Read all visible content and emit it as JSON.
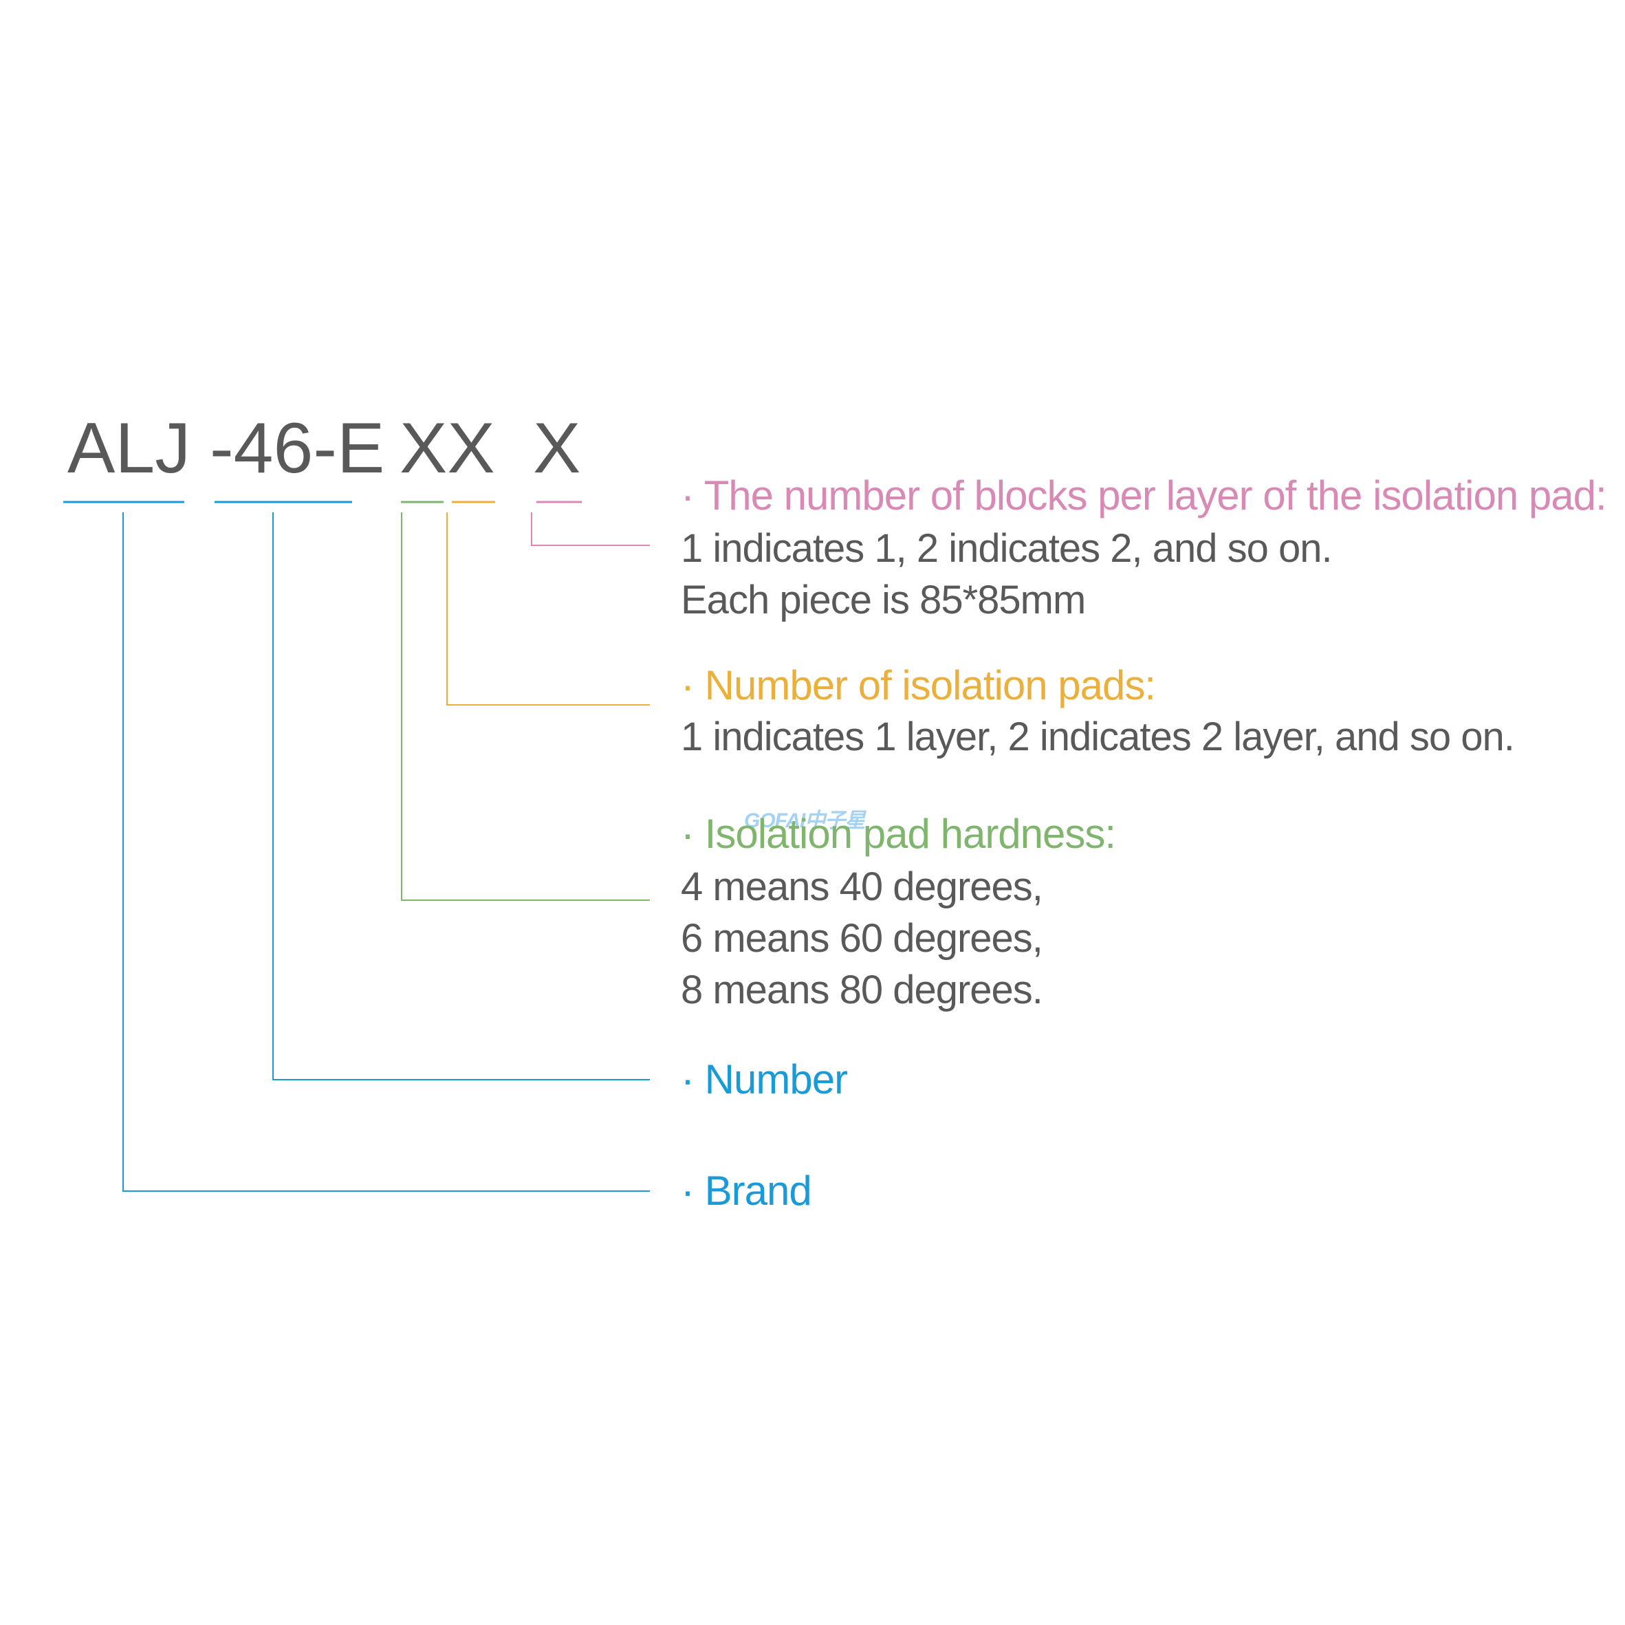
{
  "model_code": {
    "brand": "ALJ",
    "number": "-46-E",
    "xx": "XX",
    "x": "X"
  },
  "segments": {
    "blocks": {
      "heading": "· The number of blocks per layer of the isolation pad:",
      "lines": [
        "1 indicates 1, 2 indicates 2, and so on.",
        "Each piece is 85*85mm"
      ],
      "color": "#d98ab4"
    },
    "pads": {
      "heading": "· Number of isolation pads:",
      "lines": [
        "1 indicates 1 layer, 2 indicates 2 layer, and so on."
      ],
      "color": "#ebaf3c"
    },
    "hardness": {
      "heading": "· Isolation pad hardness:",
      "lines": [
        "4 means 40 degrees,",
        "6 means 60 degrees,",
        "8 means 80 degrees."
      ],
      "color": "#7fb56c"
    },
    "number": {
      "heading": "· Number",
      "color": "#1a9ad6"
    },
    "brand": {
      "heading": "· Brand",
      "color": "#1a9ad6"
    }
  },
  "watermark": "GOFAI中子星"
}
